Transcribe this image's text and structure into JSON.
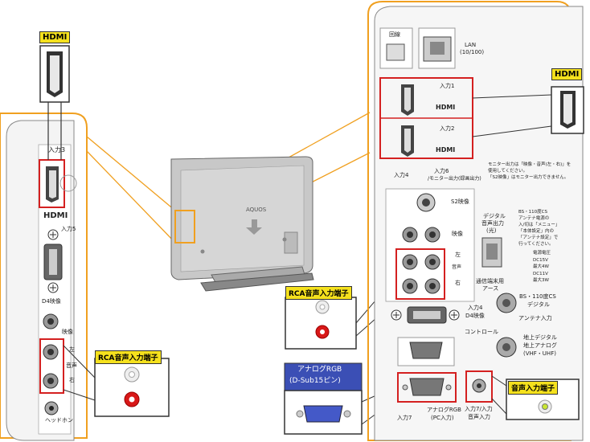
{
  "callouts": {
    "hdmi_left": "HDMI",
    "hdmi_right": "HDMI",
    "rca_left": "RCA音声入力端子",
    "rca_center": "RCA音声入力端子",
    "analog_rgb_line1": "アナログRGB",
    "analog_rgb_line2": "(D-Sub15ピン)",
    "audio_input": "音声入力端子"
  },
  "left_panel": {
    "input3": "入力3",
    "hdmi_logo": "HDMI",
    "input5": "入力5",
    "d4": "D4映像",
    "video": "映像",
    "left": "左",
    "audio": "音声",
    "right": "右",
    "headphone": "ヘッドホン"
  },
  "tv": {
    "brand": "AQUOS"
  },
  "right_panel": {
    "line": "回線",
    "lan": "LAN",
    "lan_spec": "(10/100)",
    "input1": "入力1",
    "input2": "入力2",
    "hdmi1": "HDMI",
    "hdmi2": "HDMI",
    "input4": "入力4",
    "input6": "入力6",
    "monitor_out": "/モニター出力(録画出力)",
    "note1": "モニター出力は「映像・音声(左・右)」を",
    "note2": "使用してください。",
    "note3": "「S2映像」はモニター出力できません。",
    "s2": "S2映像",
    "video": "映像",
    "left": "左",
    "audio": "音声",
    "right": "右",
    "digital_out1": "デジタル",
    "digital_out2": "音声出力",
    "digital_out3": "(光)",
    "bs_note1": "BS・110度CS",
    "bs_note2": "アンテナ電源の",
    "bs_note3": "入/切は「メニュー」",
    "bs_note4": "「本体設定」内の",
    "bs_note5": "「アンテナ設定」で",
    "bs_note6": "行ってください。",
    "power1": "電源電圧",
    "power2": "DC15V",
    "power3": "最大4W",
    "power4": "DC11V",
    "power5": "最大3W",
    "comm": "通信端末用",
    "earth": "アース",
    "bs_digital1": "BS・110度CS",
    "bs_digital2": "デジタル",
    "input4_d4a": "入力4",
    "input4_d4b": "D4映像",
    "antenna": "アンテナ入力",
    "control": "コントロール",
    "terrestrial1": "地上デジタル",
    "terrestrial2": "地上アナログ",
    "terrestrial3": "(VHF・UHF)",
    "input7": "入力7",
    "analog_pc1": "アナログRGB",
    "analog_pc2": "(PC入力)",
    "input7_audio1": "入力7/入力",
    "input7_audio2": "音声入力"
  }
}
